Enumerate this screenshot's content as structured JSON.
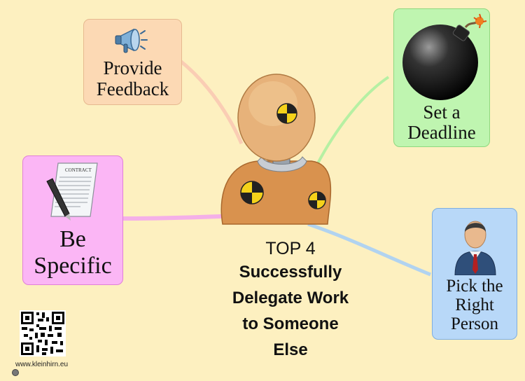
{
  "center": {
    "line1": "TOP 4",
    "line2": "Successfully",
    "line3": "Delegate Work",
    "line4": "to Someone",
    "line5": "Else",
    "icon": "crash-test-dummy-icon"
  },
  "branches": [
    {
      "id": "feedback",
      "line1": "Provide",
      "line2": "Feedback",
      "icon": "megaphone-icon",
      "color": "#fcd9b4"
    },
    {
      "id": "deadline",
      "line1": "Set a",
      "line2": "Deadline",
      "icon": "bomb-icon",
      "color": "#bff5b0"
    },
    {
      "id": "specific",
      "line1": "Be",
      "line2": "Specific",
      "icon": "contract-pen-icon",
      "color": "#fbb6f5"
    },
    {
      "id": "person",
      "line1": "Pick the",
      "line2": "Right",
      "line3": "Person",
      "icon": "businessman-icon",
      "color": "#b8d8f8"
    }
  ],
  "footer": {
    "website": "www.kleinhirn.eu",
    "qr_icon": "qr-code-icon"
  },
  "colors": {
    "background": "#fdf0c0"
  }
}
